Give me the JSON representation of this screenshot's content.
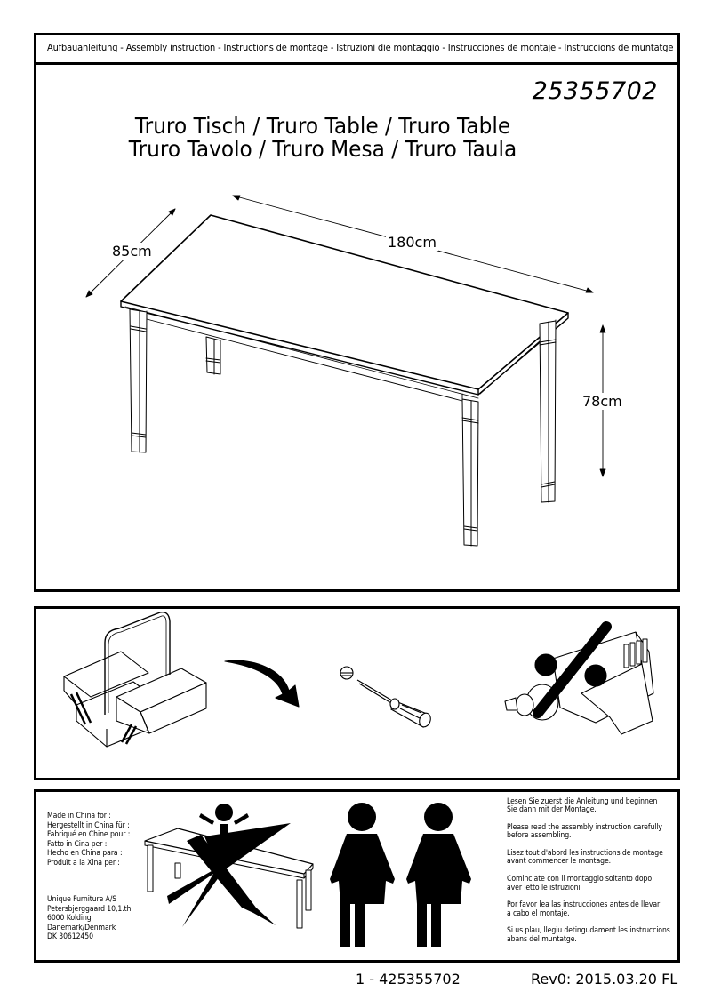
{
  "header": {
    "text": "Aufbauanleitung - Assembly instruction - Instructions de montage - Istruzioni die montaggio - Instrucciones de montaje - Instruccions de muntatge"
  },
  "product": {
    "article_number": "25355702",
    "title_line_1": "Truro Tisch / Truro Table / Truro Table",
    "title_line_2": "Truro Tavolo / Truro Mesa / Truro Taula"
  },
  "dimensions": {
    "width": "85cm",
    "length": "180cm",
    "height": "78cm"
  },
  "tools": {
    "items": [
      {
        "icon": "toolbox-icon",
        "meaning": "open toolbox"
      },
      {
        "icon": "flathead-screwdriver-icon",
        "meaning": "screwdriver required"
      },
      {
        "icon": "power-drill-prohibited-icon",
        "meaning": "do not use power drill"
      }
    ]
  },
  "warnings": {
    "icons": [
      {
        "icon": "no-standing-on-table-icon",
        "meaning": "do not stand on table"
      },
      {
        "icon": "two-persons-icon",
        "meaning": "assembly by two persons"
      }
    ]
  },
  "manufacturer": {
    "made_in": [
      "Made in China for :",
      "Hergestellt in China für :",
      "Fabriqué en Chine pour :",
      "Fatto in Cina per :",
      "Hecho en China para :",
      "Produït a la Xina per :"
    ],
    "address": [
      "Unique Furniture A/S",
      "Petersbjerggaard 10,1.th.",
      "6000 Kolding",
      "Dänemark/Denmark",
      "DK 30612450"
    ]
  },
  "notes": [
    {
      "line1": "Lesen Sie zuerst die Anleitung und beginnen",
      "line2": "Sie dann mit der Montage."
    },
    {
      "line1": "Please read the assembly instruction carefully",
      "line2": "before assembling."
    },
    {
      "line1": "Lisez tout d'abord les instructions de montage",
      "line2": "avant commencer le montage."
    },
    {
      "line1": "Cominciate con il montaggio soltanto dopo",
      "line2": "aver letto le istruzioni"
    },
    {
      "line1": "Por favor lea las instrucciones antes de llevar",
      "line2": "a cabo el montaje."
    },
    {
      "line1": "Si us plau, llegiu detingudament les instruccions",
      "line2": "abans del muntatge."
    }
  ],
  "footer": {
    "page_code": "1 - 425355702",
    "revision": "Rev0: 2015.03.20 FL"
  }
}
